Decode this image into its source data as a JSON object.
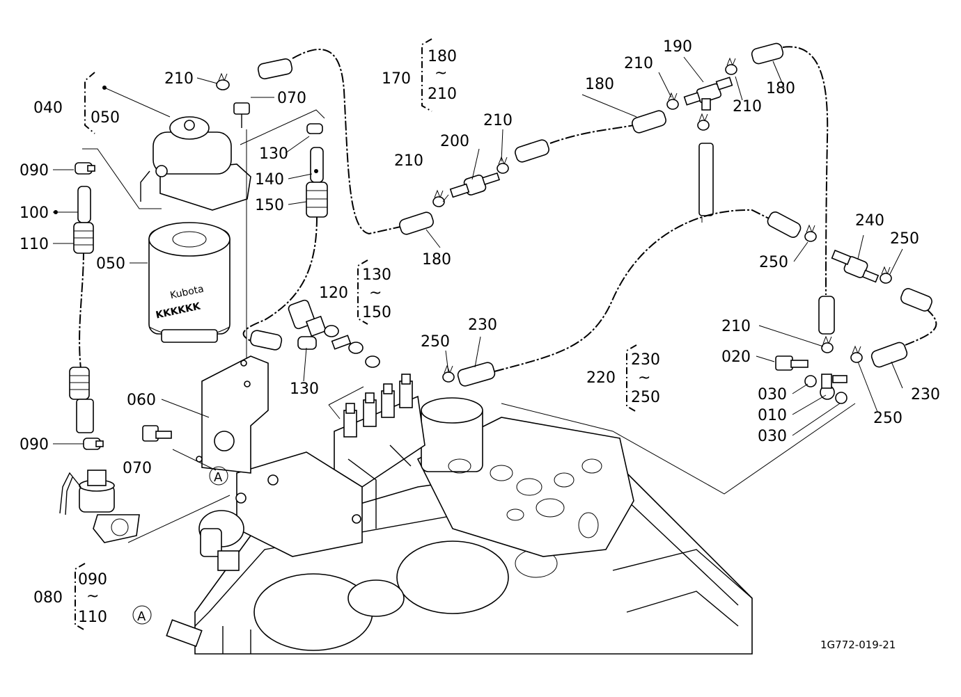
{
  "drawing_code": "1G772-019-21",
  "ref_marker": "A",
  "labels": {
    "p040": "040",
    "p050_top": "050",
    "p050": "050",
    "p060": "060",
    "p070_top": "070",
    "p070_bottom": "070",
    "p080": "080",
    "p090_top": "090",
    "p090_bottom": "090",
    "p090_group": "090",
    "p100": "100",
    "p110": "110",
    "p110_group": "110",
    "p120": "120",
    "p130_top": "130",
    "p130_group": "130",
    "p130_bottom": "130",
    "p140": "140",
    "p150": "150",
    "p150_group": "150",
    "p170": "170",
    "p180_group": "180",
    "p180_a": "180",
    "p180_b": "180",
    "p180_c": "180",
    "p190": "190",
    "p200": "200",
    "p210_group": "210",
    "p210_a": "210",
    "p210_b": "210",
    "p210_c": "210",
    "p210_d": "210",
    "p210_e": "210",
    "p210_f": "210",
    "p220": "220",
    "p230_group": "230",
    "p230_a": "230",
    "p230_b": "230",
    "p240": "240",
    "p250_group": "250",
    "p250_a": "250",
    "p250_b": "250",
    "p250_c": "250",
    "p250_d": "250",
    "p010": "010",
    "p020": "020",
    "p030_a": "030",
    "p030_b": "030",
    "range_sep": "~",
    "filter_brand": "Kubota"
  }
}
